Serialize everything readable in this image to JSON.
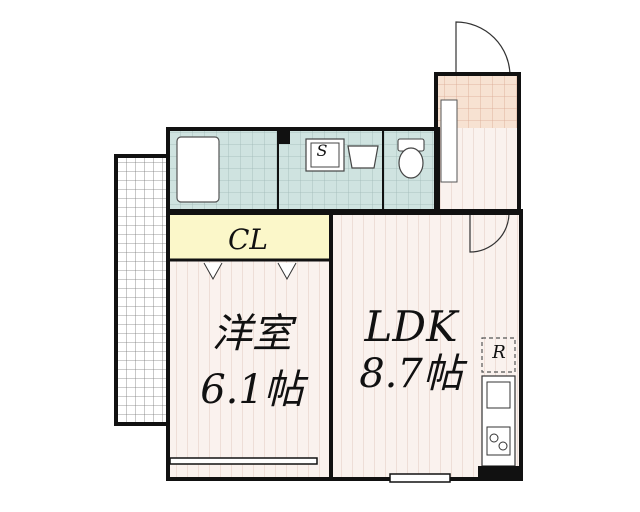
{
  "rooms": {
    "closet": "CL",
    "western_room_name": "洋室",
    "western_room_size": "6.1帖",
    "ldk_name": "LDK",
    "ldk_size": "8.7帖"
  },
  "fixtures": {
    "shoe_box": "S",
    "refrigerator": "R"
  },
  "colors": {
    "wall": "#111111",
    "balcony": "#ffffff",
    "tile": "#cfe3e0",
    "closet": "#fbf7c9",
    "floor": "#faf2ee",
    "entry_tile": "#f7e2d2",
    "wood_line": "#e2c9c0"
  }
}
